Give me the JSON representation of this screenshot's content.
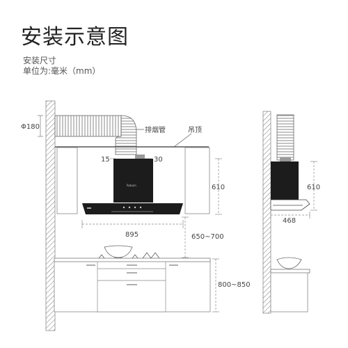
{
  "header": {
    "title": "安装示意图",
    "subtitle_1": "安装尺寸",
    "subtitle_2": "单位为:毫米（mm）"
  },
  "labels": {
    "exhaust_pipe": "排烟管",
    "ceiling": "吊顶",
    "duct_diameter": "Φ180",
    "gap_left": "15",
    "gap_right": "30",
    "height_main": "610",
    "width_main": "895",
    "install_height": "650~700",
    "cabinet_height": "800~850",
    "height_side": "610",
    "depth_side": "468",
    "brand": "Robam"
  },
  "colors": {
    "hood_body": "#1c1c1c",
    "line": "#555555",
    "wall_hatch": "#777777",
    "dim_line": "#888888"
  }
}
